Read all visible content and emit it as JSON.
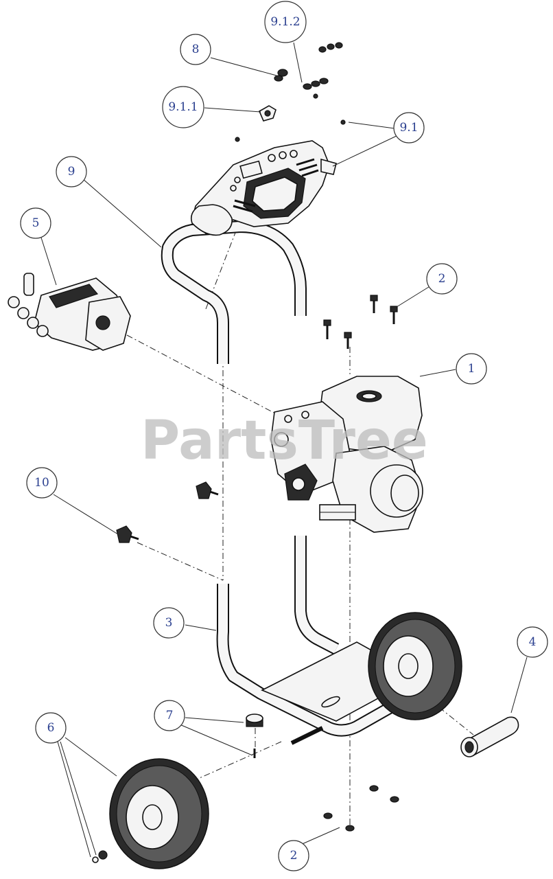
{
  "watermark": "PartsTree",
  "callouts": {
    "c1": "1",
    "c2a": "2",
    "c2b": "2",
    "c3": "3",
    "c4": "4",
    "c5": "5",
    "c6": "6",
    "c7": "7",
    "c8": "8",
    "c9": "9",
    "c91": "9.1",
    "c911": "9.1.1",
    "c912": "9.1.2",
    "c10": "10"
  }
}
